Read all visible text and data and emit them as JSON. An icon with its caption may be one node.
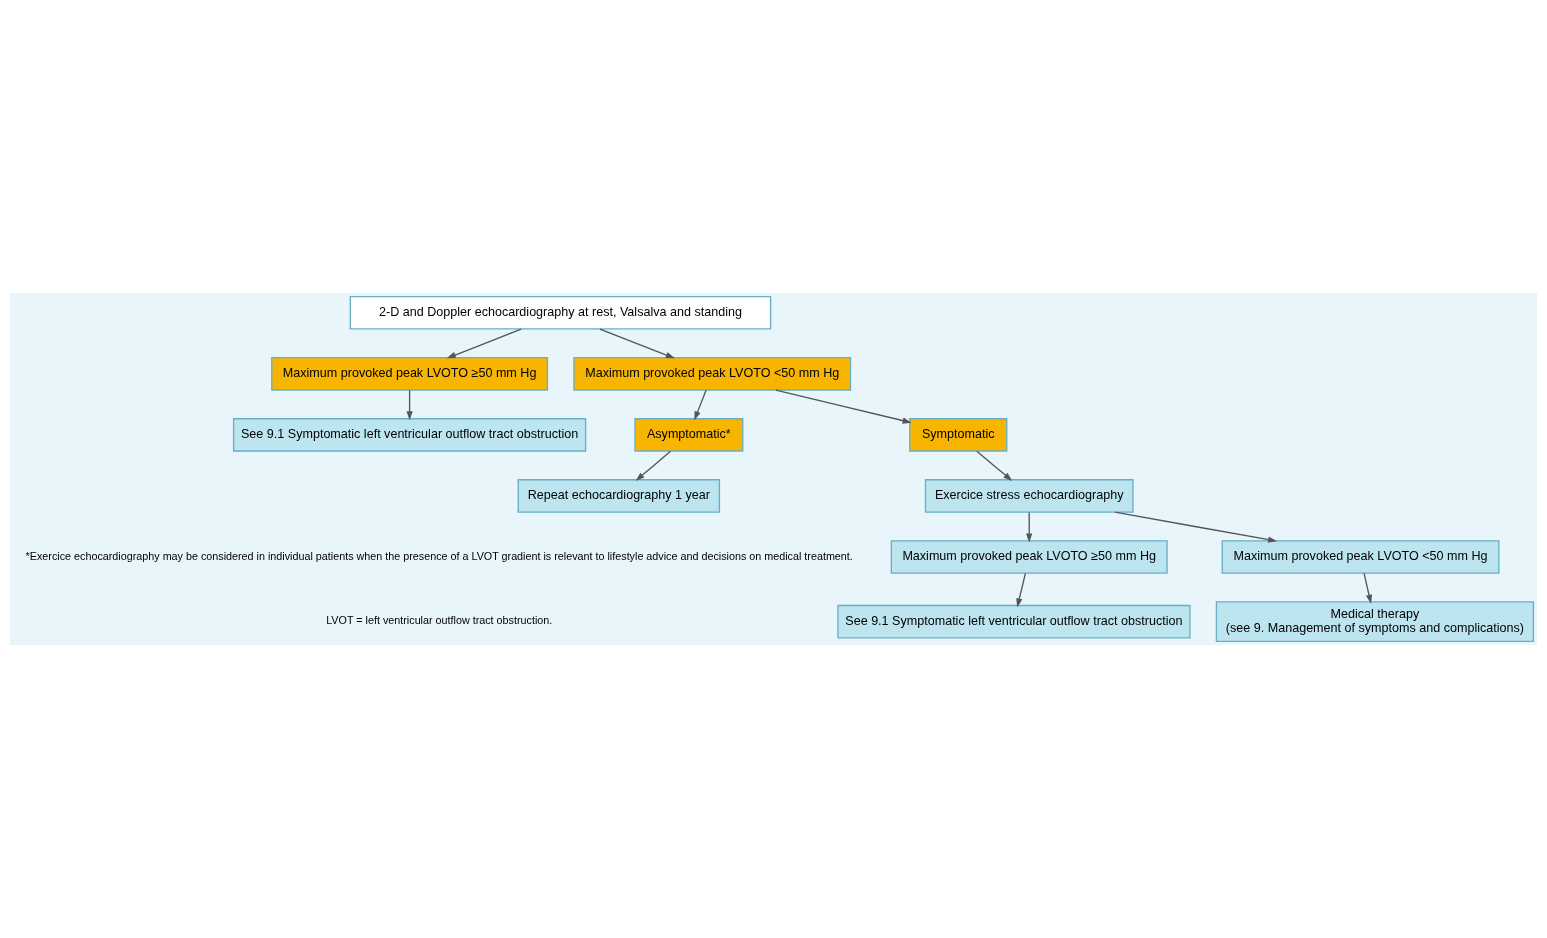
{
  "diagram": {
    "nodes": [
      {
        "text": [
          "2-D and Doppler echocardiography at rest, Valsalva and standing"
        ]
      },
      {
        "text": [
          "Maximum provoked peak LVOTO ≥50 mm Hg"
        ]
      },
      {
        "text": [
          "Maximum provoked peak LVOTO <50 mm Hg"
        ]
      },
      {
        "text": [
          "See 9.1 Symptomatic left ventricular outflow tract obstruction"
        ]
      },
      {
        "text": [
          "Asymptomatic*"
        ]
      },
      {
        "text": [
          "Symptomatic"
        ]
      },
      {
        "text": [
          "Repeat echocardiography 1 year"
        ]
      },
      {
        "text": [
          "Exercice stress echocardiography"
        ]
      },
      {
        "text": [
          "Maximum provoked peak LVOTO ≥50 mm Hg"
        ]
      },
      {
        "text": [
          "Maximum provoked peak LVOTO <50 mm Hg"
        ]
      },
      {
        "text": [
          "See 9.1 Symptomatic left ventricular outflow tract obstruction"
        ]
      },
      {
        "text": [
          "Medical therapy",
          "(see 9. Management of symptoms and complications)"
        ]
      }
    ],
    "edges": [
      {
        "from": 0,
        "to": 1,
        "arrow": "to"
      },
      {
        "from": 0,
        "to": 2,
        "arrow": "to"
      },
      {
        "from": 1,
        "to": 3,
        "arrow": "to"
      },
      {
        "from": 2,
        "to": 4,
        "arrow": "to"
      },
      {
        "from": 2,
        "to": 5,
        "arrow": "to"
      },
      {
        "from": 4,
        "to": 6,
        "arrow": "to"
      },
      {
        "from": 5,
        "to": 7,
        "arrow": "to"
      },
      {
        "from": 7,
        "to": 8,
        "arrow": "to"
      },
      {
        "from": 7,
        "to": 9,
        "arrow": "to"
      },
      {
        "from": 8,
        "to": 10,
        "arrow": "to"
      },
      {
        "from": 9,
        "to": 11,
        "arrow": "to"
      }
    ],
    "labels": [
      "*Exercice echocardiography may be considered in individual patients when the presence of a LVOT gradient is relevant to lifestyle advice and decisions on medical treatment.",
      "LVOT = left ventricular outflow tract obstruction."
    ]
  }
}
